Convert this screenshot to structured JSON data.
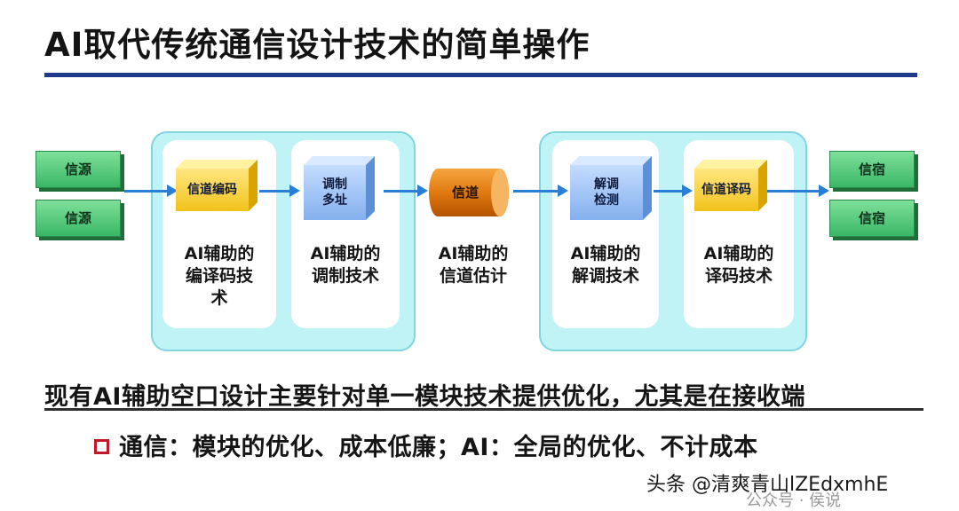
{
  "title": "AI取代传统通信设计技术的简单操作",
  "sources": [
    "信源",
    "信源"
  ],
  "sinks": [
    "信宿",
    "信宿"
  ],
  "blocks": {
    "encode": "信道编码",
    "modulate_line1": "调制",
    "modulate_line2": "多址",
    "channel": "信道",
    "demod_line1": "解调",
    "demod_line2": "检测",
    "decode": "信道译码"
  },
  "panels": {
    "p1": [
      "AI辅助的",
      "编译码技",
      "术"
    ],
    "p2": [
      "AI辅助的",
      "调制技术"
    ],
    "p3": [
      "AI辅助的",
      "信道估计"
    ],
    "p4": [
      "AI辅助的",
      "解调技术"
    ],
    "p5": [
      "AI辅助的",
      "译码技术"
    ]
  },
  "statement": "现有AI辅助空口设计主要针对单一模块技术提供优化，尤其是在接收端",
  "bullet_text": "通信：模块的优化、成本低廉；AI：全局的优化、不计成本",
  "watermark": "头条 @清爽青山lZEdxmhE",
  "watermark2": "公众号 · 侯说",
  "colors": {
    "title_rule": "#1f3a88",
    "group_fill": "#bff3f5",
    "arrow": "#2a7fd4",
    "bullet": "#c0192a"
  }
}
